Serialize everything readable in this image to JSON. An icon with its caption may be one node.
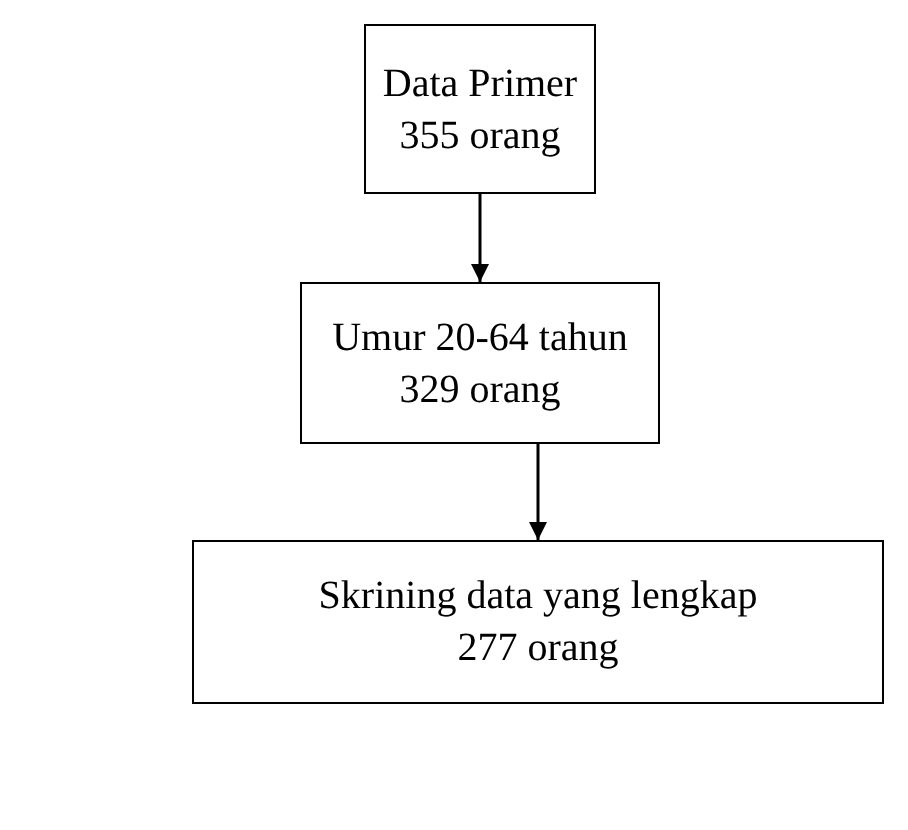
{
  "diagram": {
    "nodes": [
      {
        "text": [
          "Data Primer",
          "355 orang"
        ]
      },
      {
        "text": [
          "Umur 20-64 tahun",
          "329 orang"
        ]
      },
      {
        "text": [
          "Skrining data yang lengkap",
          "277 orang"
        ]
      }
    ],
    "edges": [
      {
        "from": 0,
        "to": 1,
        "arrow": "to"
      },
      {
        "from": 1,
        "to": 2,
        "arrow": "to"
      }
    ]
  }
}
